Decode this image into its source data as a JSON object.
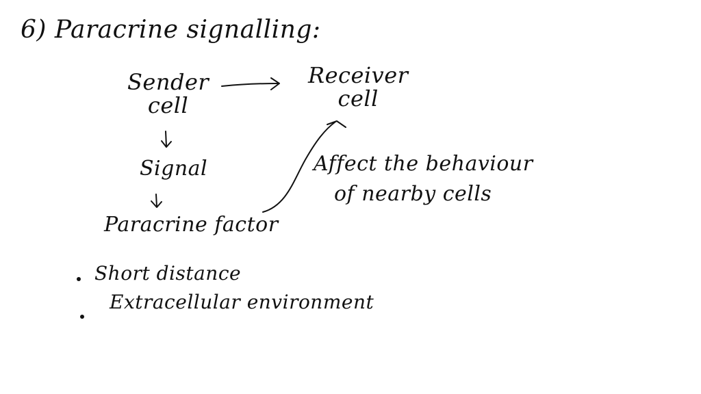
{
  "heading": {
    "number": "6)",
    "title": "Paracrine signalling:"
  },
  "diagram": {
    "sender": {
      "line1": "Sender",
      "line2": "cell"
    },
    "receiver": {
      "line1": "Receiver",
      "line2": "cell"
    },
    "signal": "Signal",
    "paracrine_factor": "Paracrine factor",
    "effect": {
      "line1": "Affect the behaviour",
      "line2": "of nearby cells"
    }
  },
  "bullets": [
    "Short distance",
    "Extracellular environment"
  ]
}
